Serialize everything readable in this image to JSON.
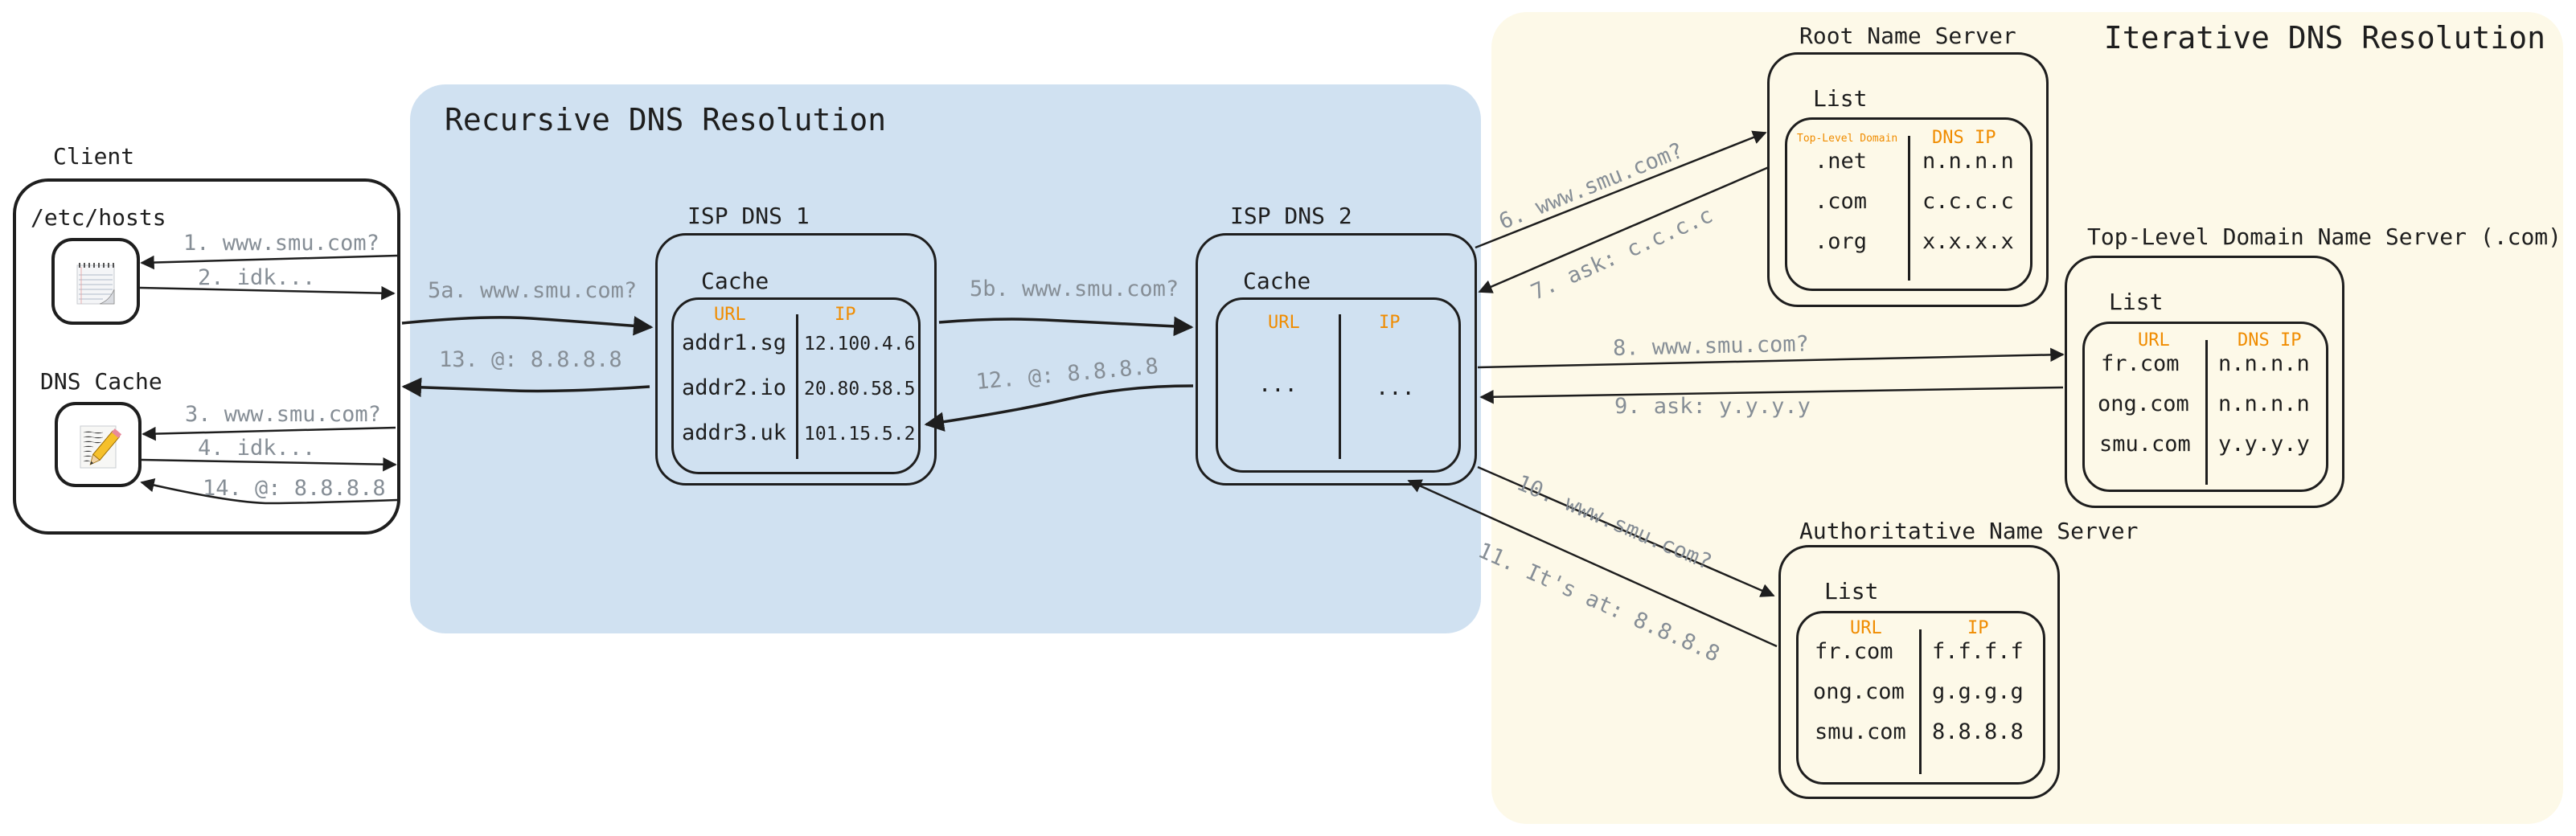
{
  "colors": {
    "recursive_bg": "#d0e1f1",
    "iterative_bg": "#fdf9e8",
    "header_accent": "#f08c00",
    "edge_label": "#868e96",
    "stroke": "#1e1e1e"
  },
  "recursive": {
    "title": "Recursive DNS Resolution"
  },
  "iterative": {
    "title": "Iterative DNS Resolution"
  },
  "client": {
    "title": "Client",
    "hosts": {
      "label": "/etc/hosts",
      "icon": "notepad-icon"
    },
    "dns_cache": {
      "label": "DNS Cache",
      "icon": "textedit-pencil-icon"
    }
  },
  "isp1": {
    "title": "ISP DNS 1",
    "cache_label": "Cache",
    "headers": [
      "URL",
      "IP"
    ],
    "rows": [
      [
        "addr1.sg",
        "12.100.4.6"
      ],
      [
        "addr2.io",
        "20.80.58.5"
      ],
      [
        "addr3.uk",
        "101.15.5.2"
      ]
    ]
  },
  "isp2": {
    "title": "ISP DNS 2",
    "cache_label": "Cache",
    "headers": [
      "URL",
      "IP"
    ],
    "rows": [
      [
        "...",
        "..."
      ]
    ]
  },
  "root": {
    "title": "Root Name Server",
    "list_label": "List",
    "headers": [
      "Top-Level Domain",
      "DNS IP"
    ],
    "rows": [
      [
        ".net",
        "n.n.n.n"
      ],
      [
        ".com",
        "c.c.c.c"
      ],
      [
        ".org",
        "x.x.x.x"
      ]
    ]
  },
  "tld": {
    "title": "Top-Level Domain Name Server (.com)",
    "list_label": "List",
    "headers": [
      "URL",
      "DNS IP"
    ],
    "rows": [
      [
        "fr.com",
        "n.n.n.n"
      ],
      [
        "ong.com",
        "n.n.n.n"
      ],
      [
        "smu.com",
        "y.y.y.y"
      ]
    ]
  },
  "auth": {
    "title": "Authoritative Name Server",
    "list_label": "List",
    "headers": [
      "URL",
      "IP"
    ],
    "rows": [
      [
        "fr.com",
        "f.f.f.f"
      ],
      [
        "ong.com",
        "g.g.g.g"
      ],
      [
        "smu.com",
        "8.8.8.8"
      ]
    ]
  },
  "edges": {
    "e1": "1. www.smu.com?",
    "e2": "2. idk...",
    "e3": "3. www.smu.com?",
    "e4": "4. idk...",
    "e5a": "5a. www.smu.com?",
    "e5b": "5b. www.smu.com?",
    "e6": "6. www.smu.com?",
    "e7": "7. ask: c.c.c.c",
    "e8": "8. www.smu.com?",
    "e9": "9. ask: y.y.y.y",
    "e10": "10. www.smu.com?",
    "e11": "11. It's at: 8.8.8.8",
    "e12": "12. @: 8.8.8.8",
    "e13": "13. @: 8.8.8.8",
    "e14": "14. @: 8.8.8.8"
  }
}
